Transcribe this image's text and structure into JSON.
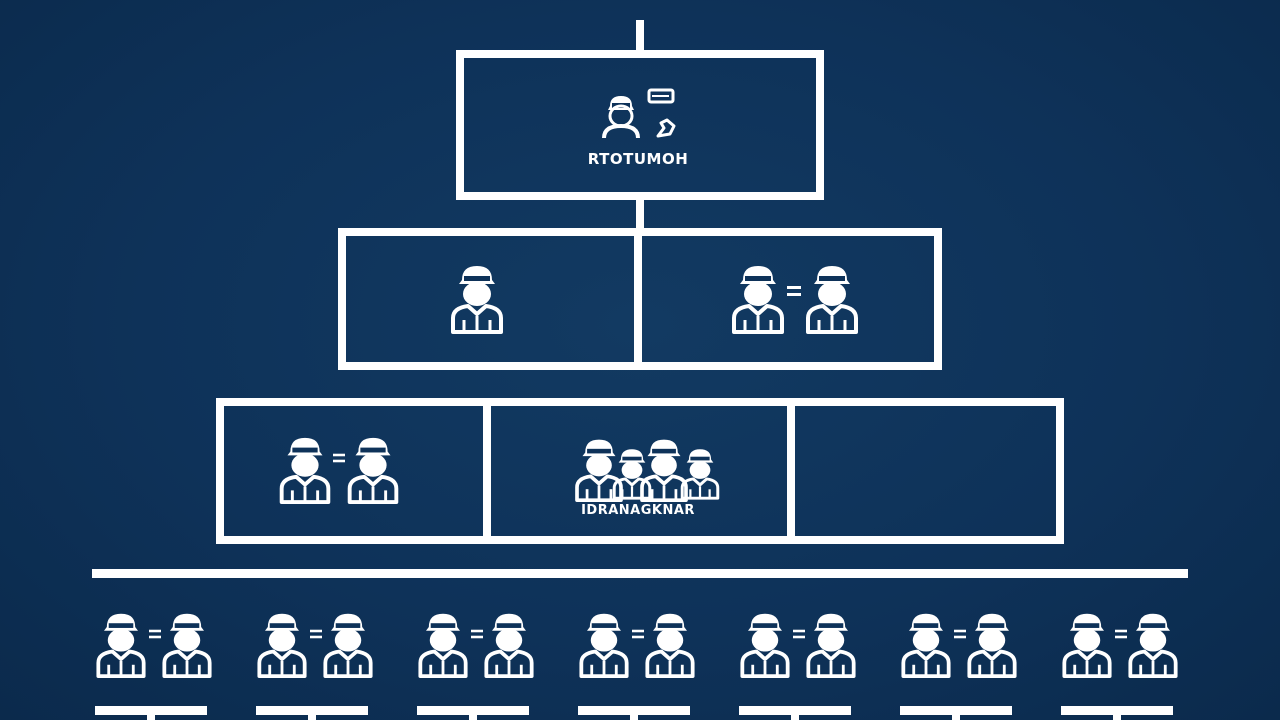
{
  "colors": {
    "background": "#0e3259",
    "stroke": "#ffffff"
  },
  "diagram": {
    "type": "organization-chart",
    "icon": "person-with-cap-icon",
    "levels": [
      {
        "boxes": [
          {
            "caption": "RTOTUMOH",
            "people": 1,
            "extra_mark": "document-icon"
          }
        ]
      },
      {
        "boxes": [
          {
            "caption": "",
            "people": 1
          },
          {
            "caption": "",
            "people": 2
          }
        ]
      },
      {
        "boxes": [
          {
            "caption": "",
            "people": 2
          },
          {
            "caption": "IDRANAGKNAR",
            "people": 4
          },
          {
            "caption": "",
            "people": 0
          }
        ]
      },
      {
        "groups": 7,
        "people_per_group": 2
      }
    ]
  }
}
